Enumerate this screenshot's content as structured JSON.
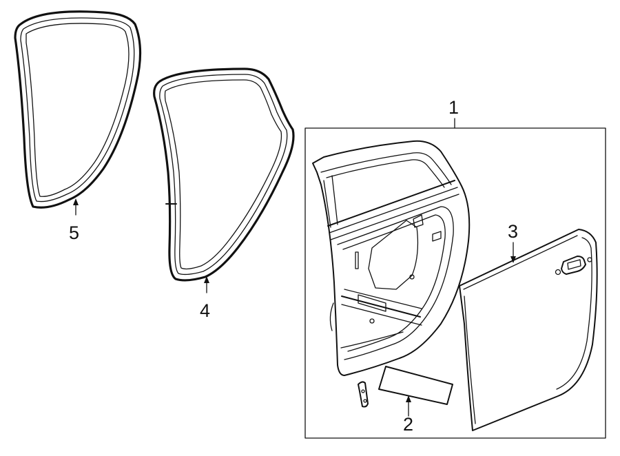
{
  "callouts": [
    {
      "id": "1",
      "label": "1",
      "part": "door-shell"
    },
    {
      "id": "2",
      "label": "2",
      "part": "door-insulator-pad"
    },
    {
      "id": "3",
      "label": "3",
      "part": "outer-door-panel"
    },
    {
      "id": "4",
      "label": "4",
      "part": "body-side-weatherstrip"
    },
    {
      "id": "5",
      "label": "5",
      "part": "door-weatherstrip"
    }
  ]
}
